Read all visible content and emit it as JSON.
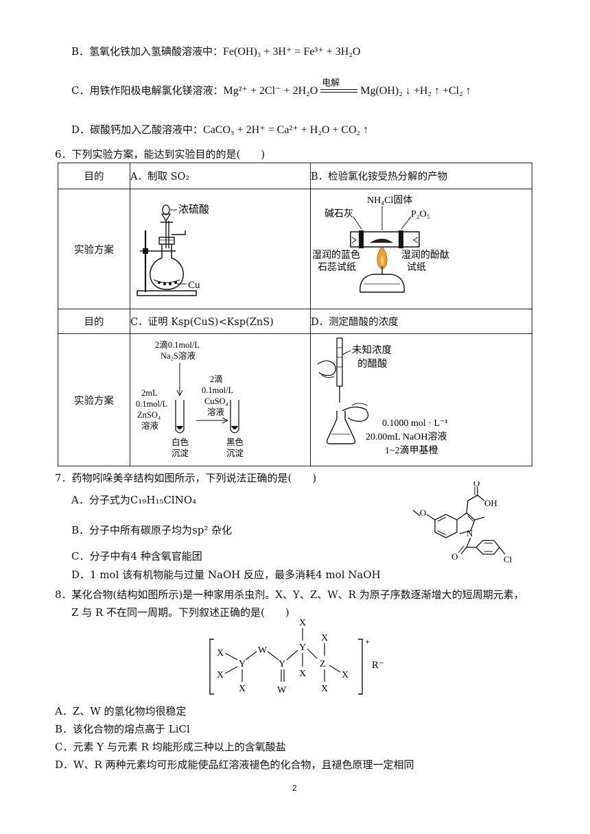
{
  "q5": {
    "B": {
      "text": "B．氢氧化铁加入氢碘酸溶液中：",
      "eq": "Fe(OH)₃ + 3H⁺ = Fe³⁺ + 3H₂O"
    },
    "C": {
      "text": "C．用铁作阳极电解氯化镁溶液：",
      "eq_left": "Mg²⁺ + 2Cl⁻ + 2H₂O",
      "arrow_label": "电解",
      "eq_right": "Mg(OH)₂ ↓ +H₂ ↑ +Cl₂ ↑"
    },
    "D": {
      "text": "D．碳酸钙加入乙酸溶液中：",
      "eq": "CaCO₃ + 2H⁺ = Ca²⁺ + H₂O + CO₂ ↑"
    }
  },
  "q6": {
    "stem": "6．下列实验方案，能达到实验目的的是(　　)",
    "row_label_goal": "目的",
    "row_label_plan": "实验方案",
    "A": {
      "goal": "A．制取 SO₂",
      "labels": [
        "浓硫酸",
        "Cu"
      ]
    },
    "B": {
      "goal": "B．检验氯化铵受热分解的产物",
      "labels": [
        "NH₄Cl固体",
        "碱石灰",
        "P₂O₅",
        "湿润的蓝色",
        "石蕊试纸",
        "湿润的酚酞",
        "试纸"
      ]
    },
    "C": {
      "goal": "C．证明 Ksp(CuS)<Ksp(ZnS)",
      "labels": [
        "2滴0.1mol/L",
        "Na₂S溶液",
        "2滴",
        "0.1mol/L",
        "CuSO₄",
        "溶液",
        "2mL",
        "0.1mol/L",
        "ZnSO₄",
        "溶液",
        "白色",
        "沉淀",
        "黑色",
        "沉淀"
      ]
    },
    "D": {
      "goal": "D．测定醋酸的浓度",
      "labels": [
        "未知浓度",
        "的醋酸",
        "0.1000 mol · L⁻¹",
        "20.00mL NaOH溶液",
        "1~2滴甲基橙"
      ]
    }
  },
  "q7": {
    "stem": "7．药物吲哚美辛结构如图所示，下列说法正确的是(　　)",
    "A": "A．分子式为C₁₉H₁₅ClNO₄",
    "B": "B．分子中所有碳原子均为sp² 杂化",
    "C": "C．分子中有4 种含氧官能团",
    "D": "D．1 mol 该有机物能与过量 NaOH 反应，最多消耗4 mol NaOH",
    "struct_labels": {
      "O_top": "O",
      "OH": "OH",
      "N": "N",
      "O_bottom": "O",
      "Cl": "Cl"
    }
  },
  "q8": {
    "stem1": "8．某化合物(结构如图所示)是一种家用杀虫剂。X、Y、Z、W、R 为原子序数逐渐增大的短周期元素，",
    "stem2": "Z 与 R 不在同一周期。下列叙述正确的是(　　)",
    "A": "A．Z、W 的氢化物均很稳定",
    "B": "B．该化合物的熔点高于 LiCl",
    "C": "C．元素 Y 与元素 R 均能形成三种以上的含氧酸盐",
    "D": "D．W、R 两种元素均可形成能使品红溶液褪色的化合物，且褪色原理一定相同",
    "struct": {
      "X": "X",
      "Y": "Y",
      "Z": "Z",
      "W": "W",
      "charge": "+",
      "anion": "R⁻"
    }
  },
  "page_number": "2"
}
